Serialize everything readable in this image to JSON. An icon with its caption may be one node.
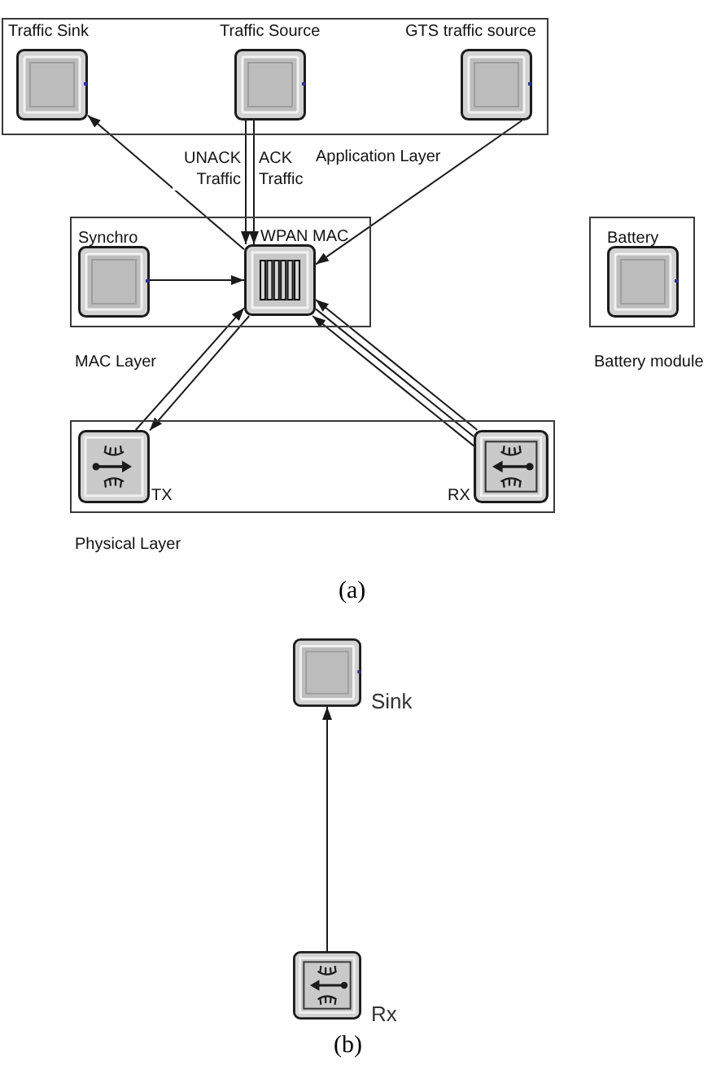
{
  "diagram": {
    "nodes": [
      {
        "text": [],
        "shape": "box",
        "beside": [
          "Application Layer"
        ]
      },
      {
        "text": [
          "Traffic Sink"
        ],
        "in": 0
      },
      {
        "text": [
          "Traffic Source"
        ],
        "in": 0
      },
      {
        "text": [
          "GTS traffic source"
        ],
        "in": 0
      },
      {
        "text": [],
        "shape": "box",
        "beside": [
          "MAC Layer"
        ]
      },
      {
        "text": [
          "Synchro"
        ],
        "in": 4
      },
      {
        "text": [
          "WPAN MAC"
        ],
        "in": 4
      },
      {
        "text": [],
        "shape": "box",
        "beside": [
          "Battery module"
        ]
      },
      {
        "text": [
          "Battery"
        ],
        "in": 7
      },
      {
        "text": [],
        "shape": "box",
        "beside": [
          "Physical Layer"
        ]
      },
      {
        "text": [
          "TX"
        ],
        "in": 9
      },
      {
        "text": [
          "RX"
        ],
        "in": 9
      },
      {
        "text": [
          "Sink"
        ]
      },
      {
        "text": [
          "Rx"
        ]
      }
    ],
    "edges": [
      {
        "from": 6,
        "to": 1,
        "arrow": "to"
      },
      {
        "from": 2,
        "to": 6,
        "arrow": "to",
        "label": "UNACK Traffic"
      },
      {
        "from": 2,
        "to": 6,
        "arrow": "to",
        "label": "ACK Traffic"
      },
      {
        "from": 3,
        "to": 6,
        "arrow": "to"
      },
      {
        "from": 5,
        "to": 6,
        "arrow": "to"
      },
      {
        "from": 10,
        "to": 6,
        "arrow": "to"
      },
      {
        "from": 6,
        "to": 10,
        "arrow": "to"
      },
      {
        "from": 11,
        "to": 6,
        "arrow": "to"
      },
      {
        "from": 11,
        "to": 6,
        "arrow": "to"
      },
      {
        "from": 11,
        "to": 6,
        "arrow": "none"
      },
      {
        "from": 13,
        "to": 12,
        "arrow": "to"
      }
    ],
    "labels": [
      "(a)",
      "(b)"
    ]
  }
}
